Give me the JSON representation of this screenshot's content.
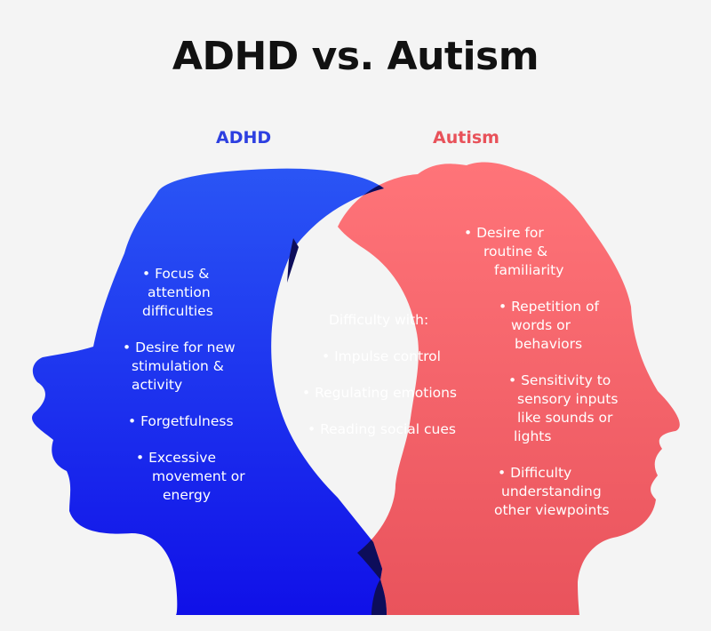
{
  "title": "ADHD vs. Autism",
  "labels": {
    "adhd": "ADHD",
    "autism": "Autism"
  },
  "colors": {
    "adhd": "#1a29f0",
    "autism": "#f26e73",
    "overlap": "#0d0d5a",
    "title": "#111111"
  },
  "adhd_items": [
    [
      "• Focus &",
      "attention",
      "difficulties"
    ],
    [
      "• Desire for new",
      "stimulation &",
      "activity"
    ],
    [
      "• Forgetfulness"
    ],
    [
      "• Excessive",
      "movement or",
      "energy"
    ]
  ],
  "overlap": {
    "heading": "Difficulty with:",
    "items": [
      "• Impulse control",
      "• Regulating emotions",
      "• Reading social cues"
    ]
  },
  "autism_items": [
    [
      "• Desire for",
      "routine &",
      "familiarity"
    ],
    [
      "• Repetition of",
      "words or",
      "behaviors"
    ],
    [
      "• Sensitivity to",
      "sensory inputs",
      "like sounds or",
      "lights"
    ],
    [
      "• Difficulty",
      "understanding",
      "other viewpoints"
    ]
  ]
}
